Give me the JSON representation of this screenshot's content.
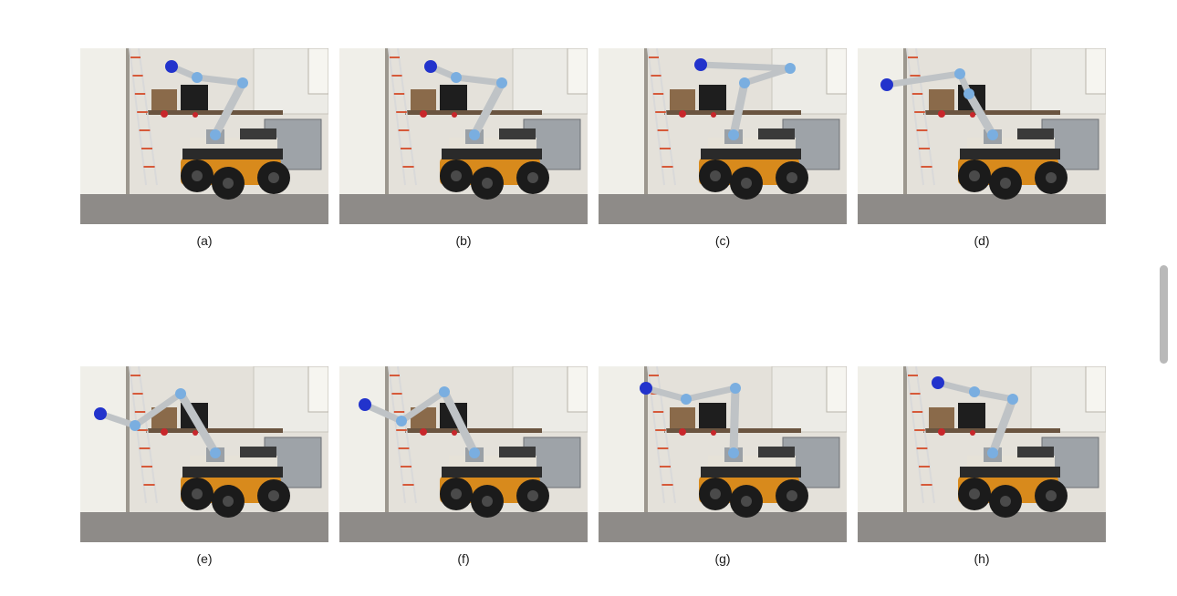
{
  "figure": {
    "panels": [
      {
        "label": "(a)",
        "pose": "a"
      },
      {
        "label": "(b)",
        "pose": "b"
      },
      {
        "label": "(c)",
        "pose": "c"
      },
      {
        "label": "(d)",
        "pose": "d"
      },
      {
        "label": "(e)",
        "pose": "e"
      },
      {
        "label": "(f)",
        "pose": "f"
      },
      {
        "label": "(g)",
        "pose": "g"
      },
      {
        "label": "(h)",
        "pose": "h"
      }
    ]
  },
  "colors": {
    "wall": "#e4e1da",
    "floor": "#8e8b88",
    "robot_body": "#d88a1c",
    "arm": "#bfc3c6",
    "joint": "#7aaee0",
    "gripper": "#2233cc",
    "ladder": "#d65a3a"
  },
  "icons": {
    "scrollbar": "scrollbar-thumb"
  }
}
